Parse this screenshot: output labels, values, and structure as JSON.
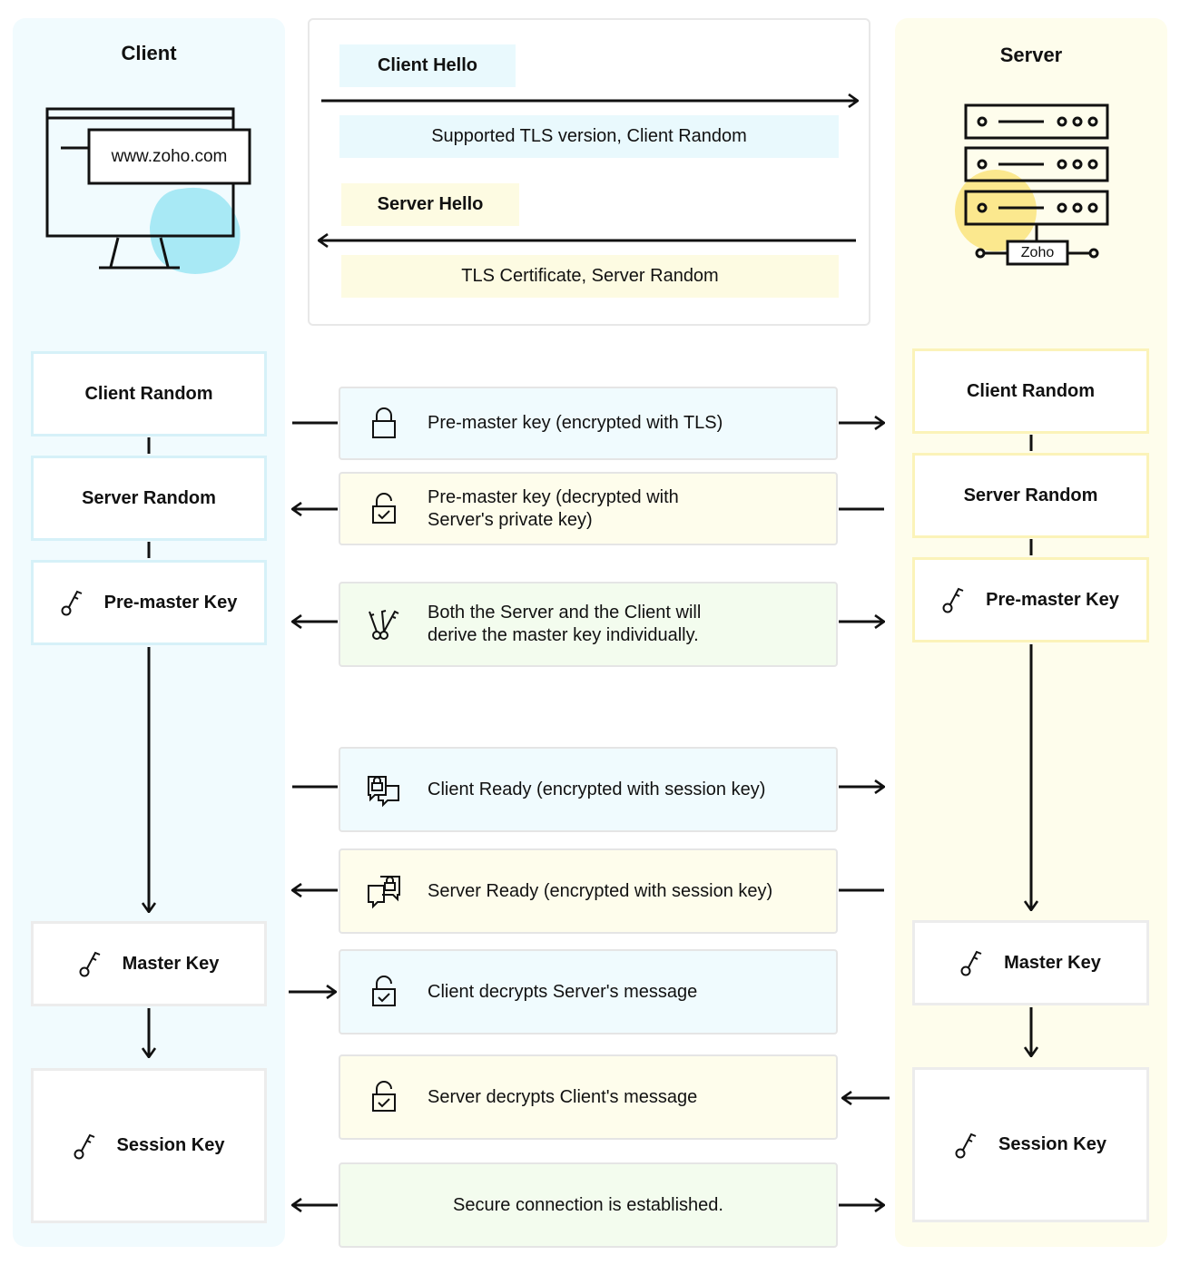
{
  "client": {
    "title": "Client",
    "url": "www.zoho.com",
    "boxes": [
      "Client Random",
      "Server Random",
      "Pre-master Key",
      "Master Key",
      "Session Key"
    ]
  },
  "server": {
    "title": "Server",
    "brand": "Zoho",
    "boxes": [
      "Client Random",
      "Server Random",
      "Pre-master Key",
      "Master Key",
      "Session Key"
    ]
  },
  "hello": {
    "client_hello": "Client Hello",
    "client_hello_detail": "Supported TLS version, Client Random",
    "server_hello": "Server Hello",
    "server_hello_detail": "TLS Certificate, Server Random"
  },
  "messages": [
    {
      "line1": "Pre-master key (encrypted with TLS)",
      "line2": "",
      "icon": "lock-icon",
      "direction": "to-server"
    },
    {
      "line1": "Pre-master key (decrypted with",
      "line2": "Server's private key)",
      "icon": "unlock-check-icon",
      "direction": "to-client"
    },
    {
      "line1": "Both the Server and the Client will",
      "line2": "derive the master key individually.",
      "icon": "keys-icon",
      "direction": "both"
    },
    {
      "line1": "Client Ready (encrypted with session key)",
      "line2": "",
      "icon": "locked-chat-icon",
      "direction": "to-server"
    },
    {
      "line1": "Server Ready (encrypted with session key)",
      "line2": "",
      "icon": "locked-chat-icon",
      "direction": "to-client"
    },
    {
      "line1": "Client decrypts Server's message",
      "line2": "",
      "icon": "unlock-check-icon",
      "direction": "from-client"
    },
    {
      "line1": "Server decrypts Client's message",
      "line2": "",
      "icon": "unlock-check-icon",
      "direction": "from-server"
    },
    {
      "line1": "Secure connection is established.",
      "line2": "",
      "icon": "",
      "direction": "both"
    }
  ],
  "colors": {
    "client_lane": "#f1fbfe",
    "server_lane": "#fefdec",
    "client_accent": "#a8e9f5",
    "server_accent": "#fbe88e",
    "green": "#f3fcee"
  }
}
